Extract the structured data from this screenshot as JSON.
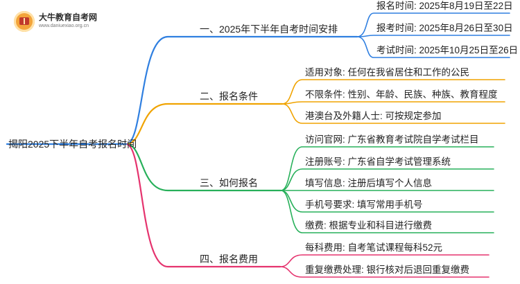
{
  "logo": {
    "title": "大牛教育自考网",
    "url": "www.daniuexiao.org.cn",
    "icon": "book-badge-icon"
  },
  "colors": {
    "blue": "#2f7fe0",
    "orange": "#f0a300",
    "green": "#27b05a",
    "pink": "#e5336e"
  },
  "root": {
    "label": "揭阳2025下半年自考报名时间"
  },
  "branches": [
    {
      "label": "一、2025年下半年自考时间安排",
      "color": "blue",
      "items": [
        "报名时间: 2025年8月19日至22日",
        "报考时间: 2025年8月26日至30日",
        "考试时间: 2025年10月25日至26日"
      ]
    },
    {
      "label": "二、报名条件",
      "color": "orange",
      "items": [
        "适用对象: 任何在我省居住和工作的公民",
        "不限条件: 性别、年龄、民族、种族、教育程度",
        "港澳台及外籍人士: 可按规定参加"
      ]
    },
    {
      "label": "三、如何报名",
      "color": "green",
      "items": [
        "访问官网: 广东省教育考试院自学考试栏目",
        "注册账号: 广东省自学考试管理系统",
        "填写信息: 注册后填写个人信息",
        "手机号要求: 填写常用手机号",
        "缴费: 根据专业和科目进行缴费"
      ]
    },
    {
      "label": "四、报名费用",
      "color": "pink",
      "items": [
        "每科费用: 自考笔试课程每科52元",
        "重复缴费处理: 银行核对后退回重复缴费"
      ]
    }
  ]
}
